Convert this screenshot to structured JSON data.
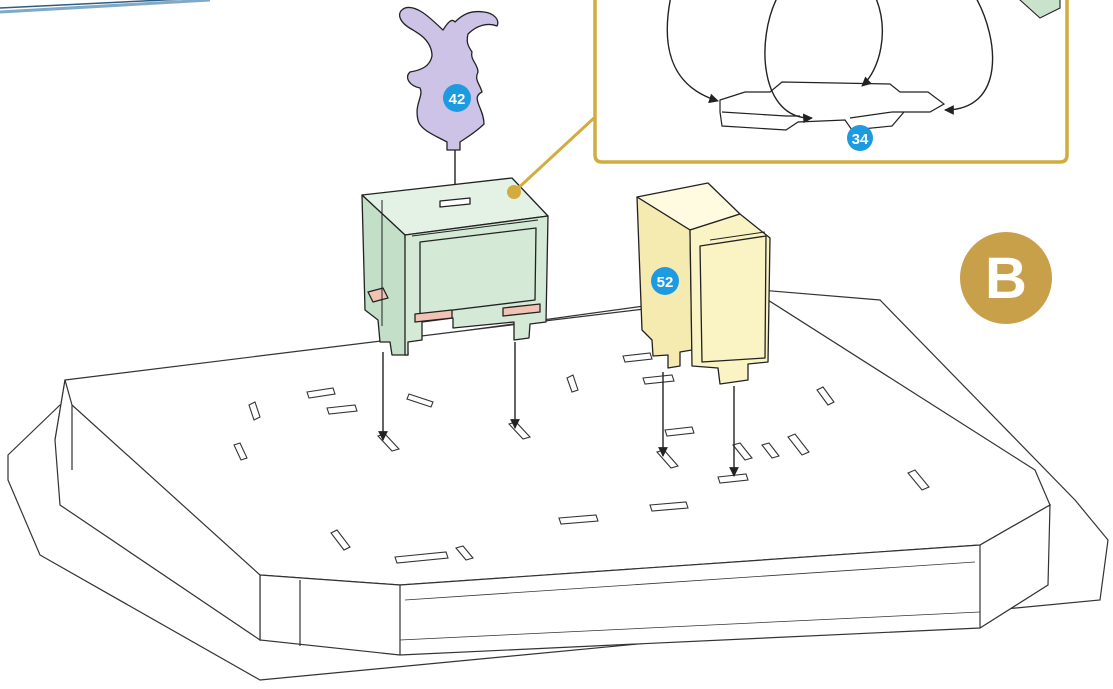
{
  "step": {
    "label": "B",
    "color": "#C9A04A"
  },
  "callout": {
    "border_color": "#D2AC3E",
    "part_number": "34"
  },
  "parts": [
    {
      "id": "42",
      "name": "bunny-topper",
      "color": "#CDC3E6"
    },
    {
      "id": "52",
      "name": "yellow-block",
      "color": "#FAF3C4"
    },
    {
      "id": "",
      "name": "green-block",
      "color": "#D4E9D6"
    }
  ],
  "badge_color": "#1E9BE0",
  "slot_accent_color": "#F2C3B5",
  "line_color": "#333333"
}
